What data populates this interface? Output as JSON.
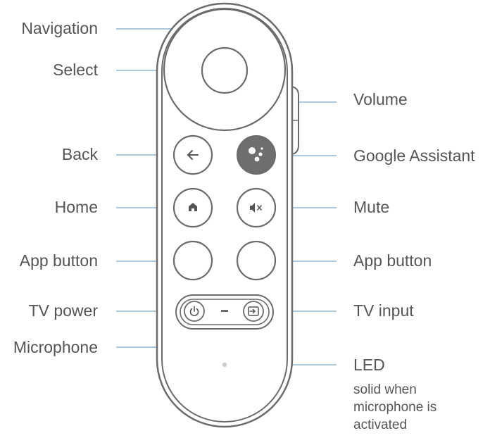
{
  "labels_left": {
    "navigation": "Navigation",
    "select": "Select",
    "back": "Back",
    "home": "Home",
    "app_button_left": "App button",
    "tv_power": "TV power",
    "microphone": "Microphone"
  },
  "labels_right": {
    "volume": "Volume",
    "google_assistant": "Google Assistant",
    "mute": "Mute",
    "app_button_right": "App button",
    "tv_input": "TV input",
    "led": "LED"
  },
  "led_note": [
    "solid when",
    "microphone is",
    "activated"
  ],
  "icons": {
    "back": "arrow-left-icon",
    "assistant": "google-assistant-icon",
    "home": "home-icon",
    "mute": "mute-icon",
    "power": "power-icon",
    "input": "input-icon",
    "microphone": "microphone-slot",
    "led": "led-dot"
  },
  "colors": {
    "outline": "#6b6b6b",
    "leader": "#7aa7cc",
    "label": "#555555",
    "assistant_fill": "#6e6e6e",
    "led": "#cfcfcf"
  }
}
